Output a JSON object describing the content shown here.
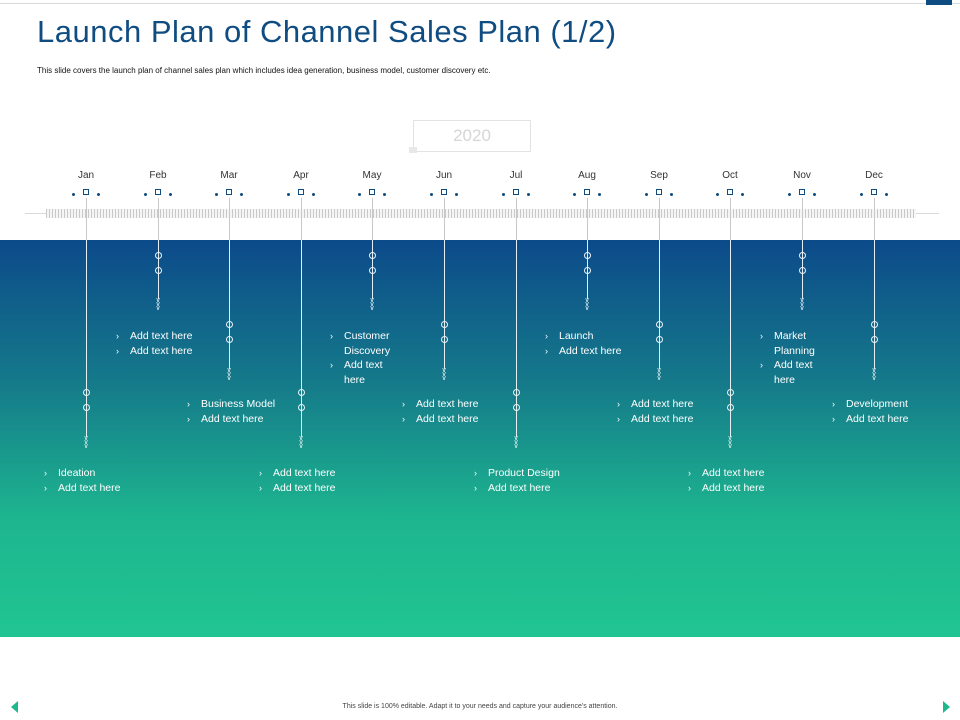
{
  "slide": {
    "title": "Launch Plan of Channel Sales Plan (1/2)",
    "subtitle": "This slide covers the launch plan of channel sales plan which includes idea generation, business model, customer discovery etc.",
    "year": "2020",
    "footer": "This slide is 100% editable. Adapt it to your needs and capture your audience's attention.",
    "colors": {
      "title": "#0f4c81",
      "gradient_top": "#0c4a8a",
      "gradient_bottom": "#21c592"
    }
  },
  "timeline": {
    "months": [
      {
        "label": "Jan",
        "items": [
          "Ideation",
          "Add text here"
        ]
      },
      {
        "label": "Feb",
        "items": [
          "Add text here",
          "Add text here"
        ]
      },
      {
        "label": "Mar",
        "items": [
          "Business Model",
          "Add text here"
        ]
      },
      {
        "label": "Apr",
        "items": [
          "Add text here",
          "Add text here"
        ]
      },
      {
        "label": "May",
        "items": [
          "Customer Discovery",
          "Add text here"
        ]
      },
      {
        "label": "Jun",
        "items": [
          "Add text here",
          "Add text here"
        ]
      },
      {
        "label": "Jul",
        "items": [
          "Product Design",
          "Add text here"
        ]
      },
      {
        "label": "Aug",
        "items": [
          "Launch",
          "Add text here"
        ]
      },
      {
        "label": "Sep",
        "items": [
          "Add text here",
          "Add text here"
        ]
      },
      {
        "label": "Oct",
        "items": [
          "Add text here",
          "Add text here"
        ]
      },
      {
        "label": "Nov",
        "items": [
          "Market Planning",
          "Add text here"
        ]
      },
      {
        "label": "Dec",
        "items": [
          "Development",
          "Add text here"
        ]
      }
    ]
  },
  "icons": {
    "bullet": "chevron-right-icon",
    "prev": "previous-slide-icon",
    "next": "next-slide-icon"
  }
}
